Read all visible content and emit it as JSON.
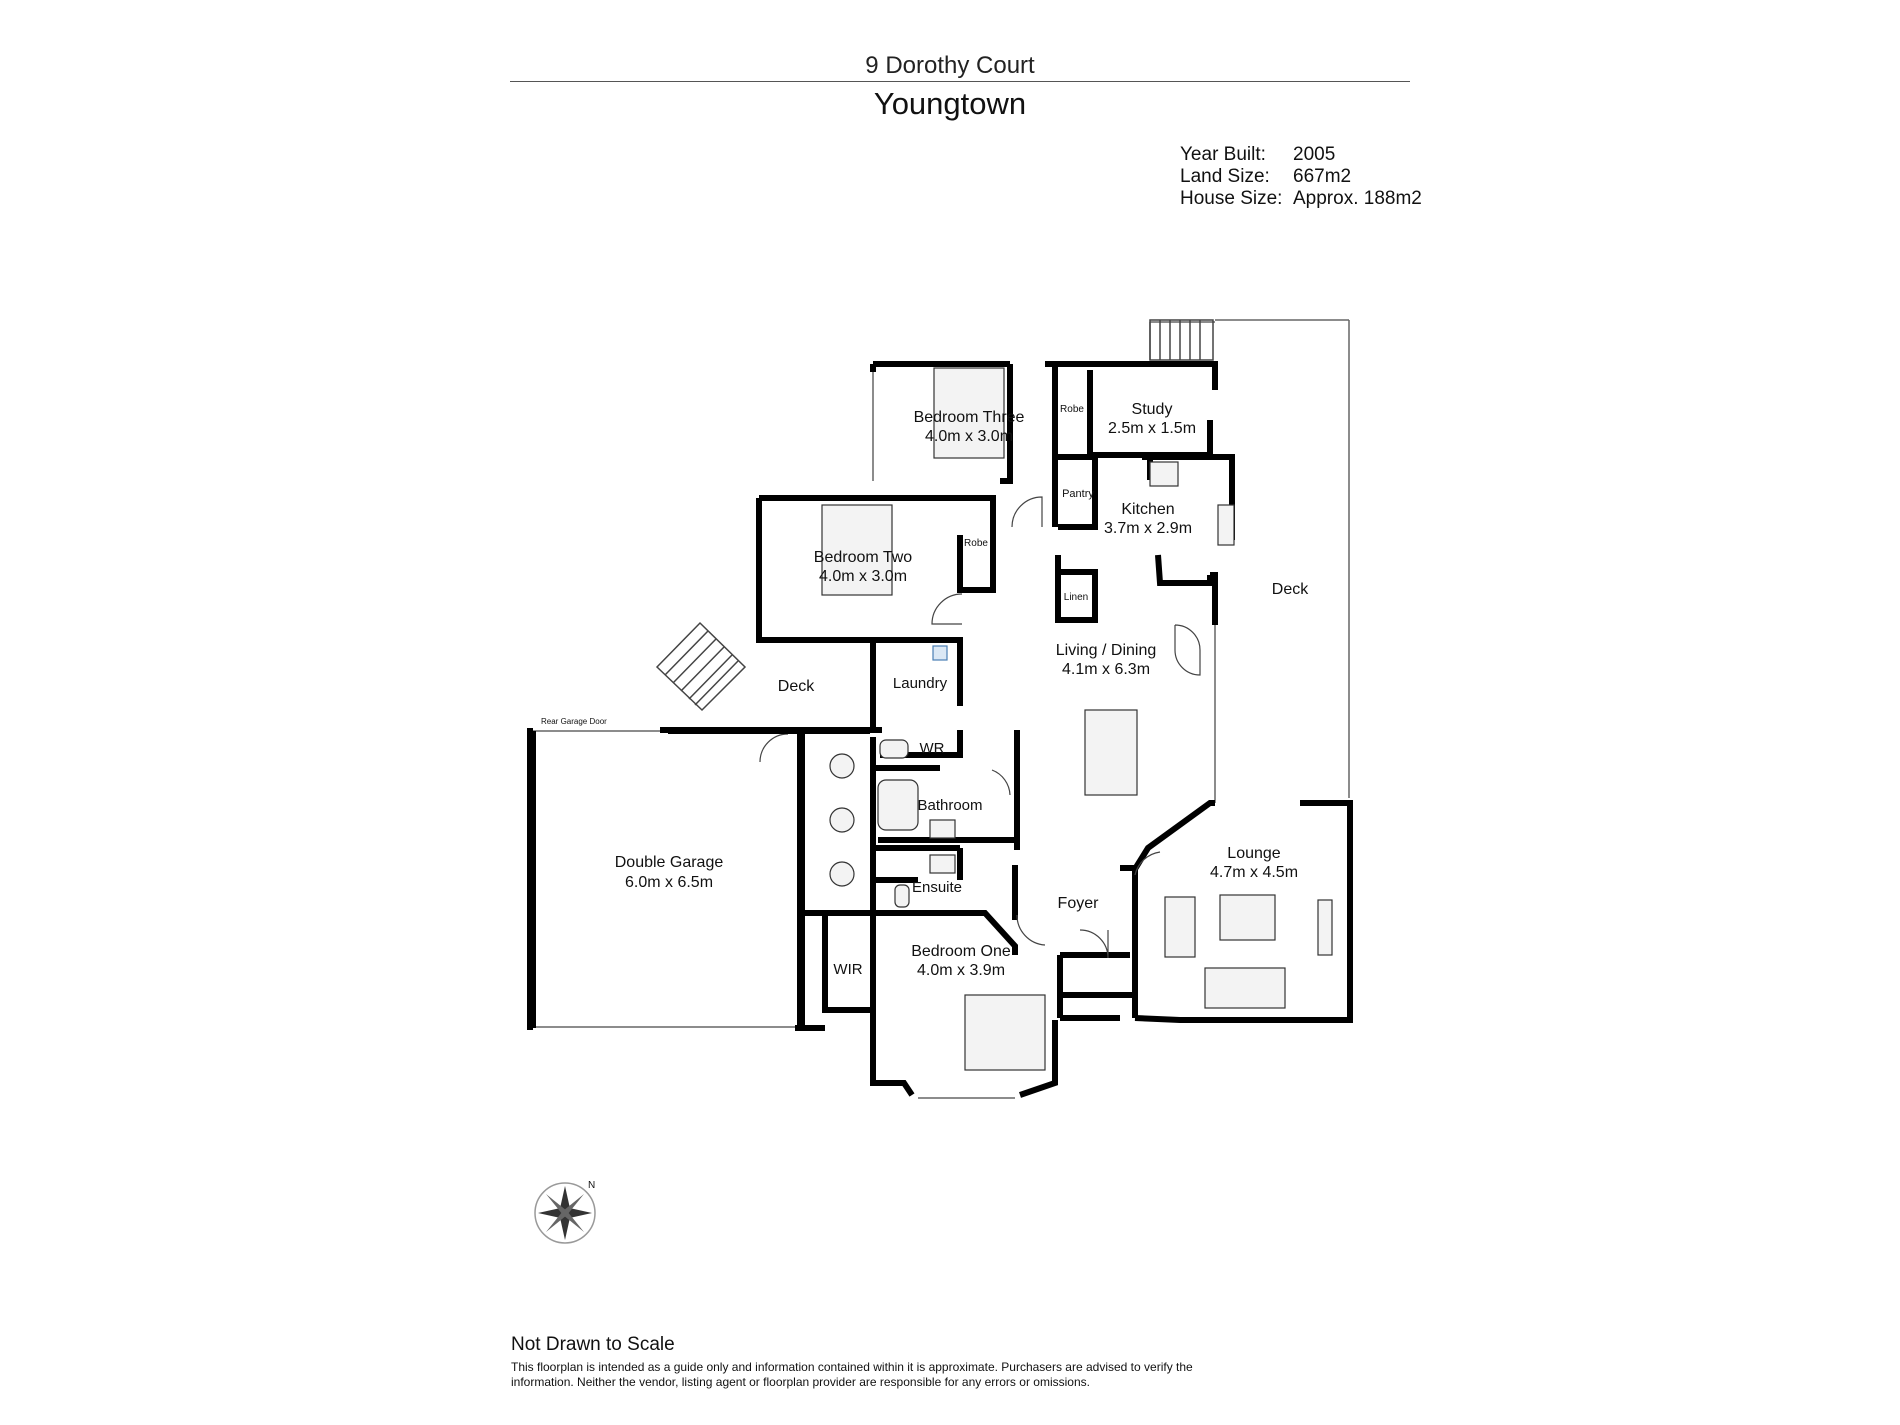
{
  "header": {
    "street": "9 Dorothy Court",
    "suburb": "Youngtown"
  },
  "property_info": [
    {
      "label": "Year Built:",
      "value": "2005"
    },
    {
      "label": "Land Size:",
      "value": "667m2"
    },
    {
      "label": "House Size:",
      "value": "Approx. 188m2"
    }
  ],
  "rooms": {
    "bedroom_three": {
      "name": "Bedroom Three",
      "size": "4.0m x 3.0m"
    },
    "bedroom_two": {
      "name": "Bedroom Two",
      "size": "4.0m x 3.0m"
    },
    "bedroom_one": {
      "name": "Bedroom One",
      "size": "4.0m x 3.9m"
    },
    "study": {
      "name": "Study",
      "size": "2.5m x 1.5m"
    },
    "kitchen": {
      "name": "Kitchen",
      "size": "3.7m x 2.9m"
    },
    "living": {
      "name": "Living / Dining",
      "size": "4.1m x 6.3m"
    },
    "lounge": {
      "name": "Lounge",
      "size": "4.7m x 4.5m"
    },
    "garage": {
      "name": "Double Garage",
      "size": "6.0m x 6.5m"
    },
    "deck_east": "Deck",
    "deck_rear": "Deck",
    "laundry": "Laundry",
    "wr": "WR",
    "bathroom": "Bathroom",
    "ensuite": "Ensuite",
    "foyer": "Foyer",
    "wir": "WIR",
    "robe_b3": "Robe",
    "robe_b2": "Robe",
    "pantry": "Pantry",
    "linen": "Linen",
    "rear_garage_door": "Rear Garage Door"
  },
  "compass": {
    "north_label": "N",
    "icon": "compass-rose-icon"
  },
  "footer": {
    "note": "Not Drawn to Scale",
    "disclaimer": "This floorplan is intended as a guide only and information contained within it is approximate. Purchasers are advised to verify the information. Neither the vendor, listing agent or floorplan provider are responsible for any errors or omissions."
  }
}
